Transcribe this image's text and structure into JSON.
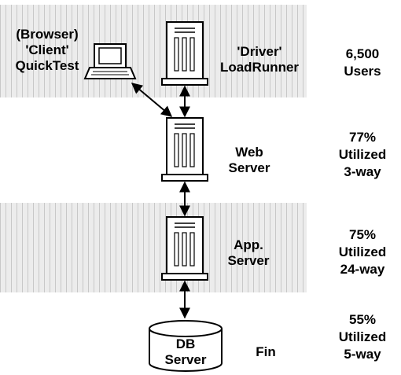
{
  "tiers": {
    "driver": {
      "browser_label_1": "(Browser)",
      "browser_label_2": "'Client'",
      "browser_label_3": "QuickTest",
      "driver_label_1": "'Driver'",
      "driver_label_2": "LoadRunner",
      "stat_1": "6,500",
      "stat_2": "Users"
    },
    "web": {
      "label_1": "Web",
      "label_2": "Server",
      "stat_1": "77%",
      "stat_2": "Utilized",
      "stat_3": "3-way"
    },
    "app": {
      "label_1": "App.",
      "label_2": "Server",
      "stat_1": "75%",
      "stat_2": "Utilized",
      "stat_3": "24-way"
    },
    "db": {
      "cylinder_label_1": "DB",
      "cylinder_label_2": "Server",
      "side_label": "Fin",
      "stat_1": "55%",
      "stat_2": "Utilized",
      "stat_3": "5-way"
    }
  },
  "colors": {
    "band": "#ececec",
    "stroke": "#000000",
    "fill": "#ffffff"
  }
}
